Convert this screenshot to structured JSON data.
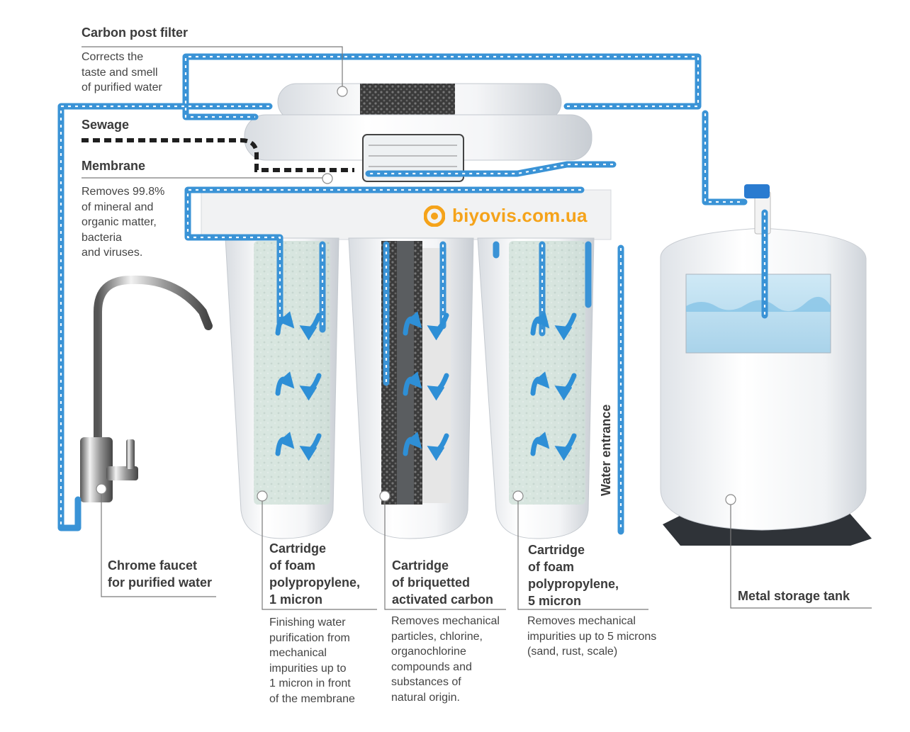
{
  "brand": {
    "logo_text": "biyovis.com.ua",
    "color": "#f5a31a"
  },
  "colors": {
    "pipe": "#3a93d6",
    "sewage": "#222222",
    "leader": "#777777"
  },
  "labels": {
    "carbon_post": {
      "title": "Carbon post filter",
      "desc": "Corrects the\ntaste and smell\nof purified water"
    },
    "sewage": {
      "title": "Sewage"
    },
    "membrane": {
      "title": "Membrane",
      "desc": "Removes 99.8%\nof mineral and\norganic matter,\nbacteria\nand viruses."
    },
    "faucet": {
      "title": "Chrome faucet\nfor purified water"
    },
    "cart1": {
      "title": "Cartridge\nof foam\npolypropylene,\n1 micron",
      "desc": "Finishing water\npurification from\nmechanical\nimpurities up to\n1 micron in front\nof the membrane"
    },
    "cart2": {
      "title": "Cartridge\nof briquetted\nactivated carbon",
      "desc": "Removes mechanical\nparticles, chlorine,\norganochlorine\ncompounds and\nsubstances of\nnatural origin."
    },
    "cart3": {
      "title": "Cartridge\nof foam\npolypropylene,\n5 micron",
      "desc": "Removes mechanical\nimpurities up to 5 microns\n(sand, rust, scale)"
    },
    "water_entrance": {
      "title": "Water entrance"
    },
    "tank": {
      "title": "Metal storage tank"
    }
  }
}
